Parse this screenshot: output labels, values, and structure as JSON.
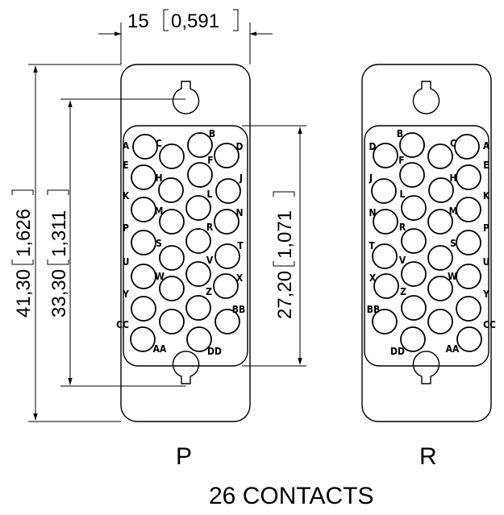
{
  "dimensions": {
    "width": "15",
    "width_inch": "0,591",
    "height_overall": "41,30",
    "height_overall_inch": "1,626",
    "mount_spacing": "33,30",
    "mount_spacing_inch": "1,311",
    "insert_height": "27,20",
    "insert_height_inch": "1,071"
  },
  "views": {
    "left_label": "P",
    "right_label": "R"
  },
  "caption": "26 CONTACTS",
  "contacts_p": [
    {
      "id": "A",
      "lab": "A"
    },
    {
      "id": "B",
      "lab": "B"
    },
    {
      "id": "C",
      "lab": "C"
    },
    {
      "id": "D",
      "lab": "D"
    },
    {
      "id": "E",
      "lab": "E"
    },
    {
      "id": "F",
      "lab": "F"
    },
    {
      "id": "H",
      "lab": "H"
    },
    {
      "id": "J",
      "lab": "J"
    },
    {
      "id": "K",
      "lab": "K"
    },
    {
      "id": "L",
      "lab": "L"
    },
    {
      "id": "M",
      "lab": "M"
    },
    {
      "id": "N",
      "lab": "N"
    },
    {
      "id": "P",
      "lab": "P"
    },
    {
      "id": "R",
      "lab": "R"
    },
    {
      "id": "S",
      "lab": "S"
    },
    {
      "id": "T",
      "lab": "T"
    },
    {
      "id": "U",
      "lab": "U"
    },
    {
      "id": "V",
      "lab": "V"
    },
    {
      "id": "W",
      "lab": "W"
    },
    {
      "id": "X",
      "lab": "X"
    },
    {
      "id": "Y",
      "lab": "Y"
    },
    {
      "id": "Z",
      "lab": "Z"
    },
    {
      "id": "AA",
      "lab": "AA"
    },
    {
      "id": "BB",
      "lab": "BB"
    },
    {
      "id": "CC",
      "lab": "CC"
    },
    {
      "id": "DD",
      "lab": "DD"
    }
  ],
  "contacts_r": [
    {
      "id": "A",
      "lab": "A"
    },
    {
      "id": "B",
      "lab": "B"
    },
    {
      "id": "C",
      "lab": "C"
    },
    {
      "id": "D",
      "lab": "D"
    },
    {
      "id": "E",
      "lab": "E"
    },
    {
      "id": "F",
      "lab": "F"
    },
    {
      "id": "H",
      "lab": "H"
    },
    {
      "id": "J",
      "lab": "J"
    },
    {
      "id": "K",
      "lab": "K"
    },
    {
      "id": "L",
      "lab": "L"
    },
    {
      "id": "M",
      "lab": "M"
    },
    {
      "id": "N",
      "lab": "N"
    },
    {
      "id": "P",
      "lab": "P"
    },
    {
      "id": "R",
      "lab": "R"
    },
    {
      "id": "S",
      "lab": "S"
    },
    {
      "id": "T",
      "lab": "T"
    },
    {
      "id": "U",
      "lab": "U"
    },
    {
      "id": "V",
      "lab": "V"
    },
    {
      "id": "W",
      "lab": "W"
    },
    {
      "id": "X",
      "lab": "X"
    },
    {
      "id": "Y",
      "lab": "Y"
    },
    {
      "id": "Z",
      "lab": "Z"
    },
    {
      "id": "AA",
      "lab": "AA"
    },
    {
      "id": "BB",
      "lab": "BB"
    },
    {
      "id": "CC",
      "lab": "CC"
    },
    {
      "id": "DD",
      "lab": "DD"
    }
  ]
}
